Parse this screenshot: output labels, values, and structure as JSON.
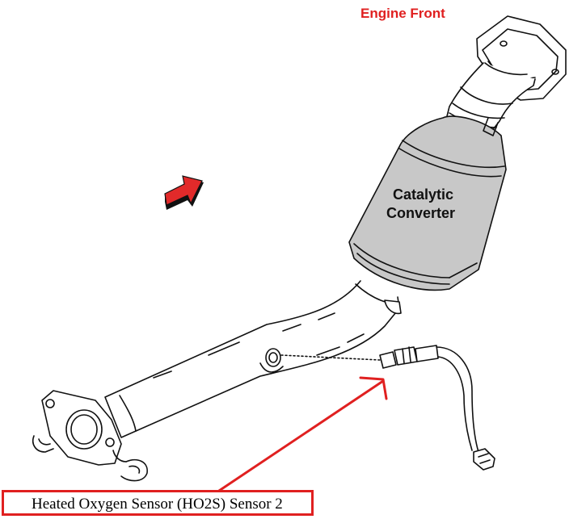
{
  "labels": {
    "engine_front": "Engine Front",
    "catalytic_line1": "Catalytic",
    "catalytic_line2": "Converter",
    "sensor": "Heated Oxygen Sensor (HO2S) Sensor 2"
  },
  "colors": {
    "accent_red": "#e02020",
    "converter_fill": "#c8c8c8",
    "line": "#111111"
  },
  "icons": [
    "direction-arrow-icon",
    "pointer-arrow-icon"
  ]
}
